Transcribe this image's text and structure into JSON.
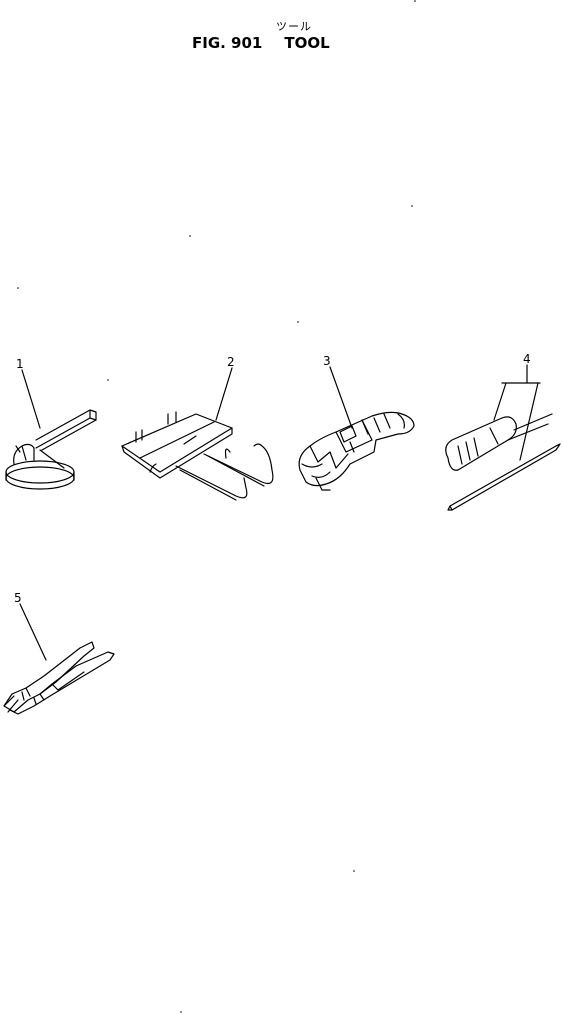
{
  "figure": {
    "title_jp": "ツール",
    "fig_label": "FIG. 901",
    "title": "TOOL"
  },
  "parts": [
    {
      "num": "1",
      "icon": "wrench-icon"
    },
    {
      "num": "2",
      "icon": "bag-icon"
    },
    {
      "num": "3",
      "icon": "tool-pouch-icon"
    },
    {
      "num": "4",
      "icon": "screwdriver-icon"
    },
    {
      "num": "5",
      "icon": "pliers-icon"
    }
  ]
}
